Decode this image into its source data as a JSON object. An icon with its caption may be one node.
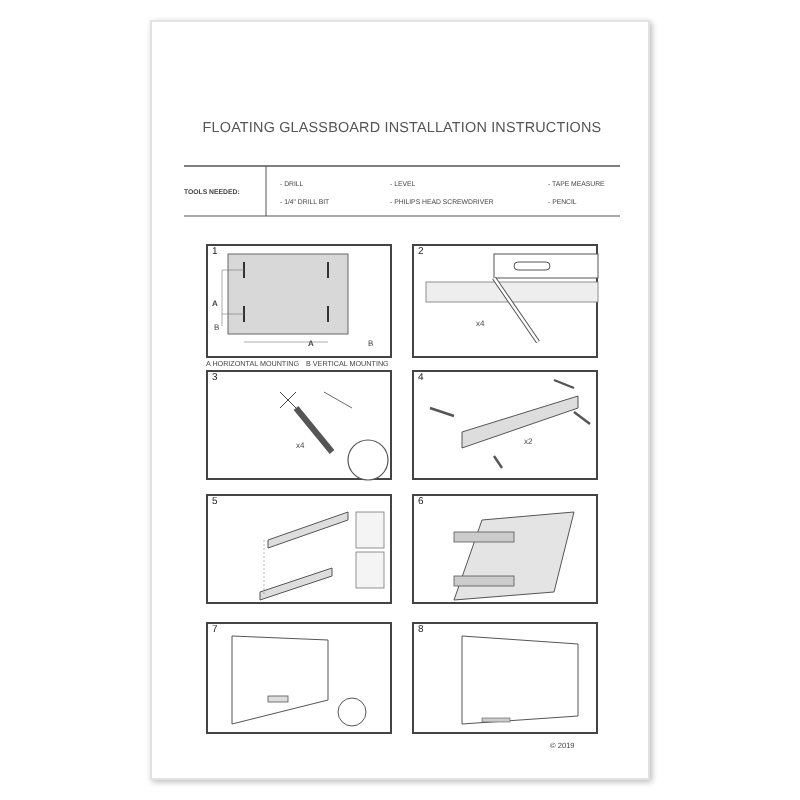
{
  "diagram": {
    "title": "FLOATING GLASSBOARD INSTALLATION INSTRUCTIONS",
    "nodes": [
      {
        "text": [
          "1"
        ]
      },
      {
        "text": [
          "2"
        ]
      },
      {
        "text": [
          "3"
        ]
      },
      {
        "text": [
          "4"
        ]
      },
      {
        "text": [
          "5"
        ]
      },
      {
        "text": [
          "6"
        ]
      },
      {
        "text": [
          "7"
        ]
      },
      {
        "text": [
          "8"
        ]
      }
    ],
    "edges": [],
    "labels": [
      "TOOLS NEEDED:",
      "- DRILL",
      "- LEVEL",
      "- TAPE MEASURE",
      "- 1/4\" DRILL BIT",
      "- PHILIPS HEAD SCREWDRIVER",
      "- PENCIL",
      "A",
      "B",
      "A",
      "B",
      "A HORIZONTAL MOUNTING",
      "B VERTICAL MOUNTING",
      "x4",
      "x4",
      "x2",
      "© 2019"
    ]
  }
}
